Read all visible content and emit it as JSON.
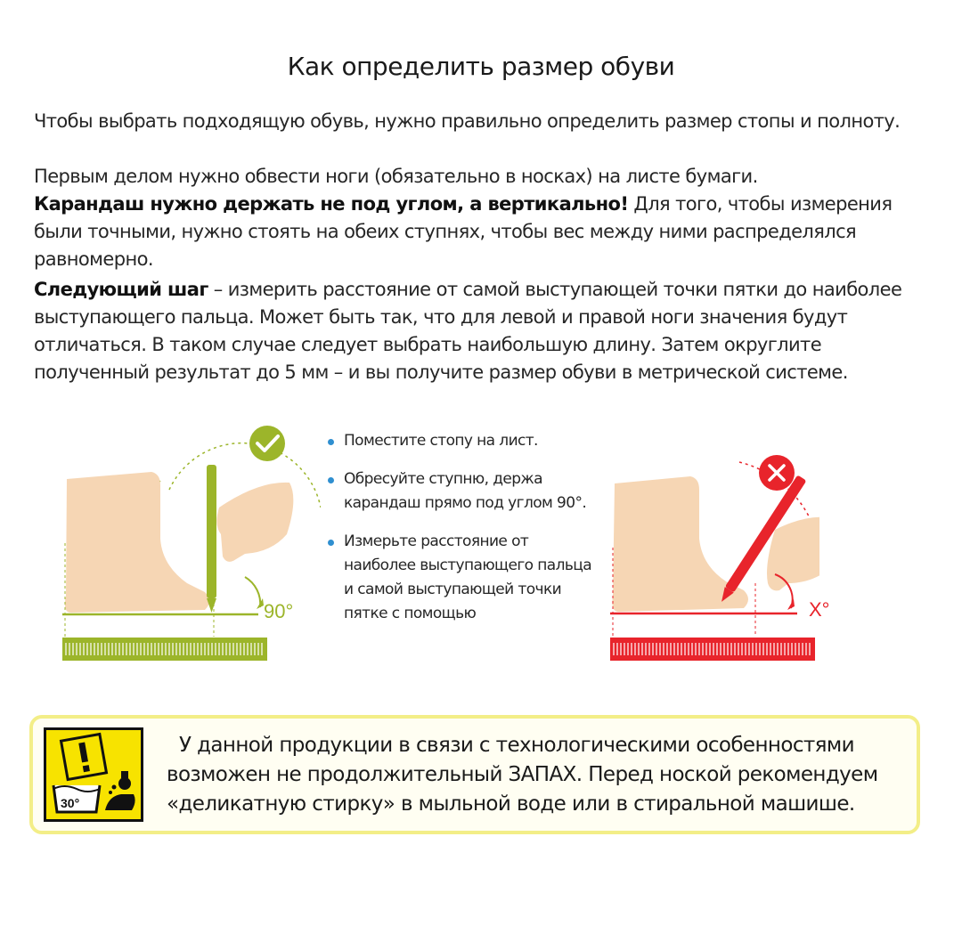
{
  "title": "Как определить размер обуви",
  "intro": "Чтобы выбрать подходящую обувь, нужно правильно определить размер стопы и полноту.",
  "step1": {
    "line1": "Первым делом нужно обвести ноги (обязательно в носках) на  листе бумаги.",
    "bold": "Карандаш нужно держать не под углом, а вертикально!",
    "rest": " Для того, чтобы измерения были точными, нужно стоять на обеих ступнях, чтобы вес между ними распределялся равномерно."
  },
  "step2": {
    "bold": "Следующий шаг",
    "rest": " – измерить расстояние от самой выступающей точки пятки до наиболее выступающего пальца. Может быть так, что для левой и правой ноги значения будут отличаться. В таком случае следует выбрать наибольшую длину. Затем округлите полученный результат до 5 мм – и вы получите размер обуви в метрической системе."
  },
  "bullets": [
    "Поместите стопу на лист.",
    "Обресуйте ступню, держа карандаш прямо под углом 90°.",
    "Измерьте расстояние от наиболее выступающего пальца и самой выступающей точки пятке с помощью"
  ],
  "good_angle_label": "90°",
  "bad_angle_label": "X°",
  "warning_icon_temp": "30°",
  "notice": "У данной продукции в связи с технологическими особенностями возможен не продолжительный ЗАПАХ. Перед ноской рекомендуем «деликатную стирку» в мыльной воде или в стиральной машише.",
  "colors": {
    "good": "#9cb52a",
    "bad": "#e8242b",
    "skin": "#f6d6b4",
    "bullet": "#2f8fd0",
    "warning_yellow": "#f7e300",
    "notice_border": "#f3ee87"
  }
}
